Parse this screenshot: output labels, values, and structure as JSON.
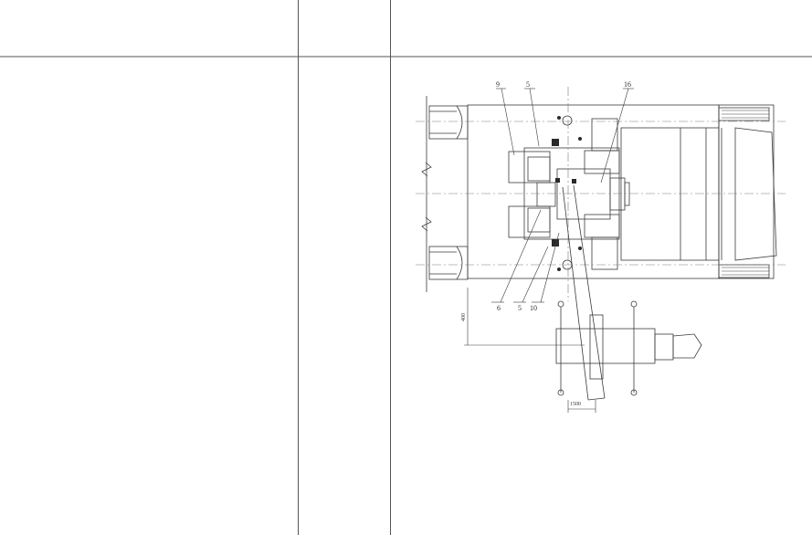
{
  "labels": {
    "top": [
      "9",
      "5",
      "16"
    ],
    "bottom": [
      "6",
      "5",
      "10"
    ],
    "dim_vertical": "400",
    "dim_horizontal": "1500"
  },
  "colors": {
    "line": "#3a3a3a",
    "centerline": "#7a7a7a",
    "background": "#ffffff"
  }
}
